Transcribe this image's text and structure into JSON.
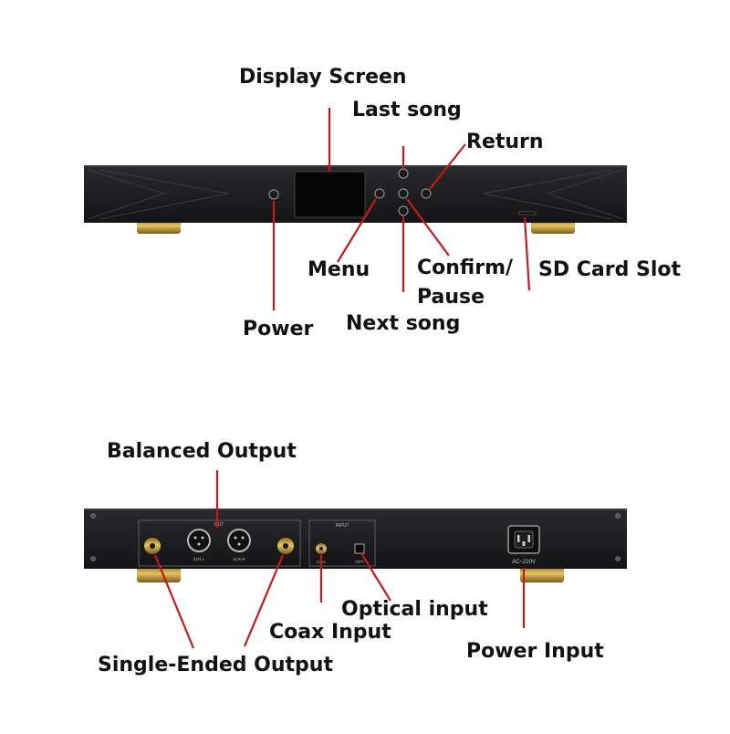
{
  "front_panel": {
    "labels": {
      "display_screen": "Display Screen",
      "last_song": "Last song",
      "return": "Return",
      "menu": "Menu",
      "confirm": "Confirm/",
      "pause": "Pause",
      "sd_card_slot": "SD Card Slot",
      "power": "Power",
      "next_song": "Next song"
    }
  },
  "rear_panel": {
    "labels": {
      "balanced_output": "Balanced Output",
      "optical_input": "Optical input",
      "coax_input": "Coax Input",
      "power_input": "Power Input",
      "single_ended_output": "Single-Ended Output"
    },
    "panel_print": {
      "out": "OUT",
      "xlr_l": "XLR-L",
      "xlr_r": "XLR-R",
      "input": "INPUT",
      "coax": "COA",
      "opt": "OPT",
      "ac": "AC~220V"
    }
  },
  "colors": {
    "chassis": "#1b1b1d",
    "gold": "#c9a23c",
    "leader_line": "#c21b1b",
    "label_text": "#111111"
  }
}
